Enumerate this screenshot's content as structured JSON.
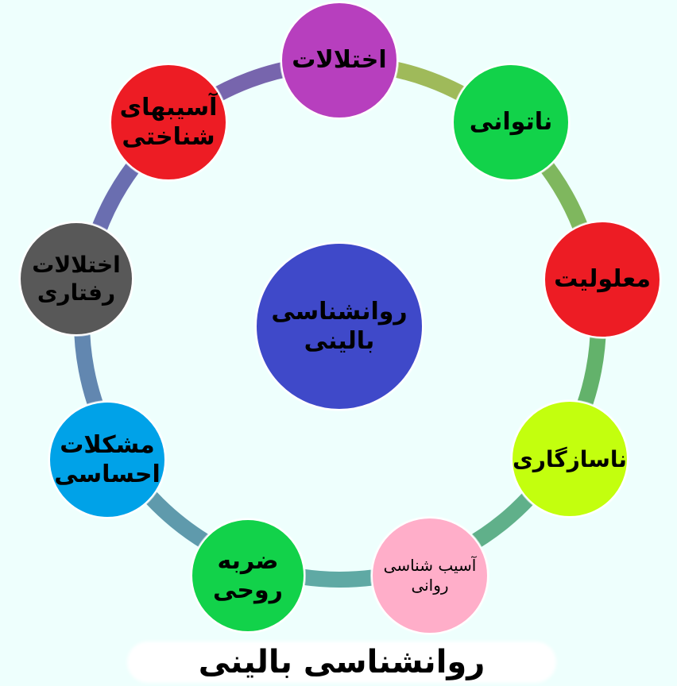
{
  "center": {
    "label": "روانشناسی\nبالینی",
    "color": "#3f49c9"
  },
  "nodes": [
    {
      "label": "اختلالات",
      "color": "#b73fbe"
    },
    {
      "label": "ناتوانی",
      "color": "#12d24a"
    },
    {
      "label": "معلولیت",
      "color": "#ed1c24"
    },
    {
      "label": "ناسازگاری",
      "color": "#c3ff0e"
    },
    {
      "label": "آسیب شناسی\nروانی",
      "color": "#ffaec9"
    },
    {
      "label": "ضربه\nروحی",
      "color": "#12d24a"
    },
    {
      "label": "مشکلات\nاحساسی",
      "color": "#00a2e8"
    },
    {
      "label": "اختلالات\nرفتاری",
      "color": "#585858"
    },
    {
      "label": "آسیبهای\nشناختی",
      "color": "#ed1c24"
    }
  ],
  "ring_colors": [
    "#9fba5a",
    "#7fb75e",
    "#63b26b",
    "#60b08a",
    "#5fa9a4",
    "#5f9aac",
    "#6287b0",
    "#6a6eb0",
    "#7765ad"
  ],
  "caption": "روانشناسی بالینی"
}
